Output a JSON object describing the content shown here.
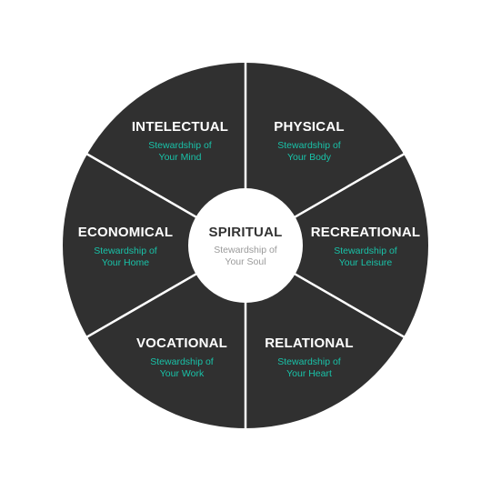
{
  "colors": {
    "segment_fill": "#303030",
    "divider": "#ffffff",
    "center_fill": "#ffffff",
    "title_text": "#ffffff",
    "subtitle_text": "#19c2a8",
    "center_title_text": "#333333",
    "center_subtitle_text": "#9a9a9a"
  },
  "center": {
    "title": "SPIRITUAL",
    "sub_line1": "Stewardship of",
    "sub_line2": "Your Soul"
  },
  "segments": [
    {
      "title": "INTELECTUAL",
      "sub_line1": "Stewardship of",
      "sub_line2": "Your Mind"
    },
    {
      "title": "PHYSICAL",
      "sub_line1": "Stewardship of",
      "sub_line2": "Your Body"
    },
    {
      "title": "ECONOMICAL",
      "sub_line1": "Stewardship of",
      "sub_line2": "Your Home"
    },
    {
      "title": "RECREATIONAL",
      "sub_line1": "Stewardship of",
      "sub_line2": "Your Leisure"
    },
    {
      "title": "VOCATIONAL",
      "sub_line1": "Stewardship of",
      "sub_line2": "Your Work"
    },
    {
      "title": "RELATIONAL",
      "sub_line1": "Stewardship of",
      "sub_line2": "Your Heart"
    }
  ]
}
